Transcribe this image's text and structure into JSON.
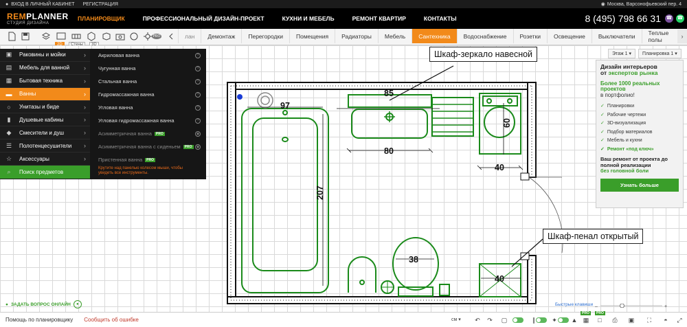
{
  "topbar": {
    "login": "ВХОД В ЛИЧНЫЙ КАБИНЕТ",
    "register": "РЕГИСТРАЦИЯ",
    "location": "Москва, Варсонофьевский пер. 4"
  },
  "logo": {
    "name_a": "REM",
    "name_b": "PLANNER",
    "tagline": "СТУДИЯ ДИЗАЙНА"
  },
  "nav": [
    "ПЛАНИРОВЩИК",
    "ПРОФЕССИОНАЛЬНЫЙ ДИЗАЙН-ПРОЕКТ",
    "КУХНИ И МЕБЕЛЬ",
    "РЕМОНТ КВАРТИР",
    "КОНТАКТЫ"
  ],
  "phone": "8 (495) 798 66 31",
  "modes": {
    "view2d": "2D",
    "walls": "Стены",
    "view3d": "3D",
    "pro": "PRO"
  },
  "tabs": [
    "лан",
    "Демонтаж",
    "Перегородки",
    "Помещения",
    "Радиаторы",
    "Мебель",
    "Сантехника",
    "Водоснабжение",
    "Розетки",
    "Освещение",
    "Выключатели",
    "Теплые полы"
  ],
  "tabs_active": 6,
  "categories": [
    "Раковины и мойки",
    "Мебель для ванной",
    "Бытовая техника",
    "Ванны",
    "Унитазы и биде",
    "Душевые кабины",
    "Смесители и душ",
    "Полотенцесушители",
    "Аксессуары",
    "Поиск предметов"
  ],
  "categories_active": 3,
  "items": [
    "Акриловая ванна",
    "Чугунная ванна",
    "Стальная ванна",
    "Гидромассажная ванна",
    "Угловая ванна",
    "Угловая гидромассажная ванна",
    "Асимметричная ванна",
    "Асимметричная ванна с сиденьем",
    "Пристенная ванна"
  ],
  "pro_label": "PRO",
  "hint": "Крутите над панелью колесом мыши, чтобы увидеть все инструменты.",
  "floor": {
    "level": "Этаж 1",
    "plan": "Планировка 1"
  },
  "callouts": {
    "mirror": "Шкаф-зеркало навесной",
    "pencil": "Шкаф-пенал открытый"
  },
  "dims": {
    "d97": "97",
    "d85": "85",
    "d207": "207",
    "d80": "80",
    "d60": "60",
    "d40a": "40",
    "d38": "38",
    "d40b": "40"
  },
  "ad": {
    "title_a": "Дизайн интерьеров",
    "title_pre": "от",
    "title_b": "экспертов рынка",
    "subtitle": "Более 1000 реальных проектов",
    "subtitle_b": "в портфолио!",
    "list": [
      "Планировки",
      "Рабочие чертежи",
      "3D-визуализация",
      "Подбор материалов",
      "Мебель и кухни",
      "Ремонт «под ключ»"
    ],
    "cta_a": "Ваш ремонт от проекта до полной реализации",
    "cta_b": "без головной боли",
    "button": "Узнать больше"
  },
  "ask": "ЗАДАТЬ ВОПРОС ОНЛАЙН",
  "hotkeys": "Быстрые клавиши",
  "zoom_level": 0.35,
  "bottom": {
    "help": "Помощь по планировщику",
    "error": "Сообщить об ошибке",
    "units": "см"
  },
  "colors": {
    "accent": "#f28a1a",
    "green": "#3a9e2a",
    "fixture": "#1a8a1a",
    "wall": "#111111"
  }
}
